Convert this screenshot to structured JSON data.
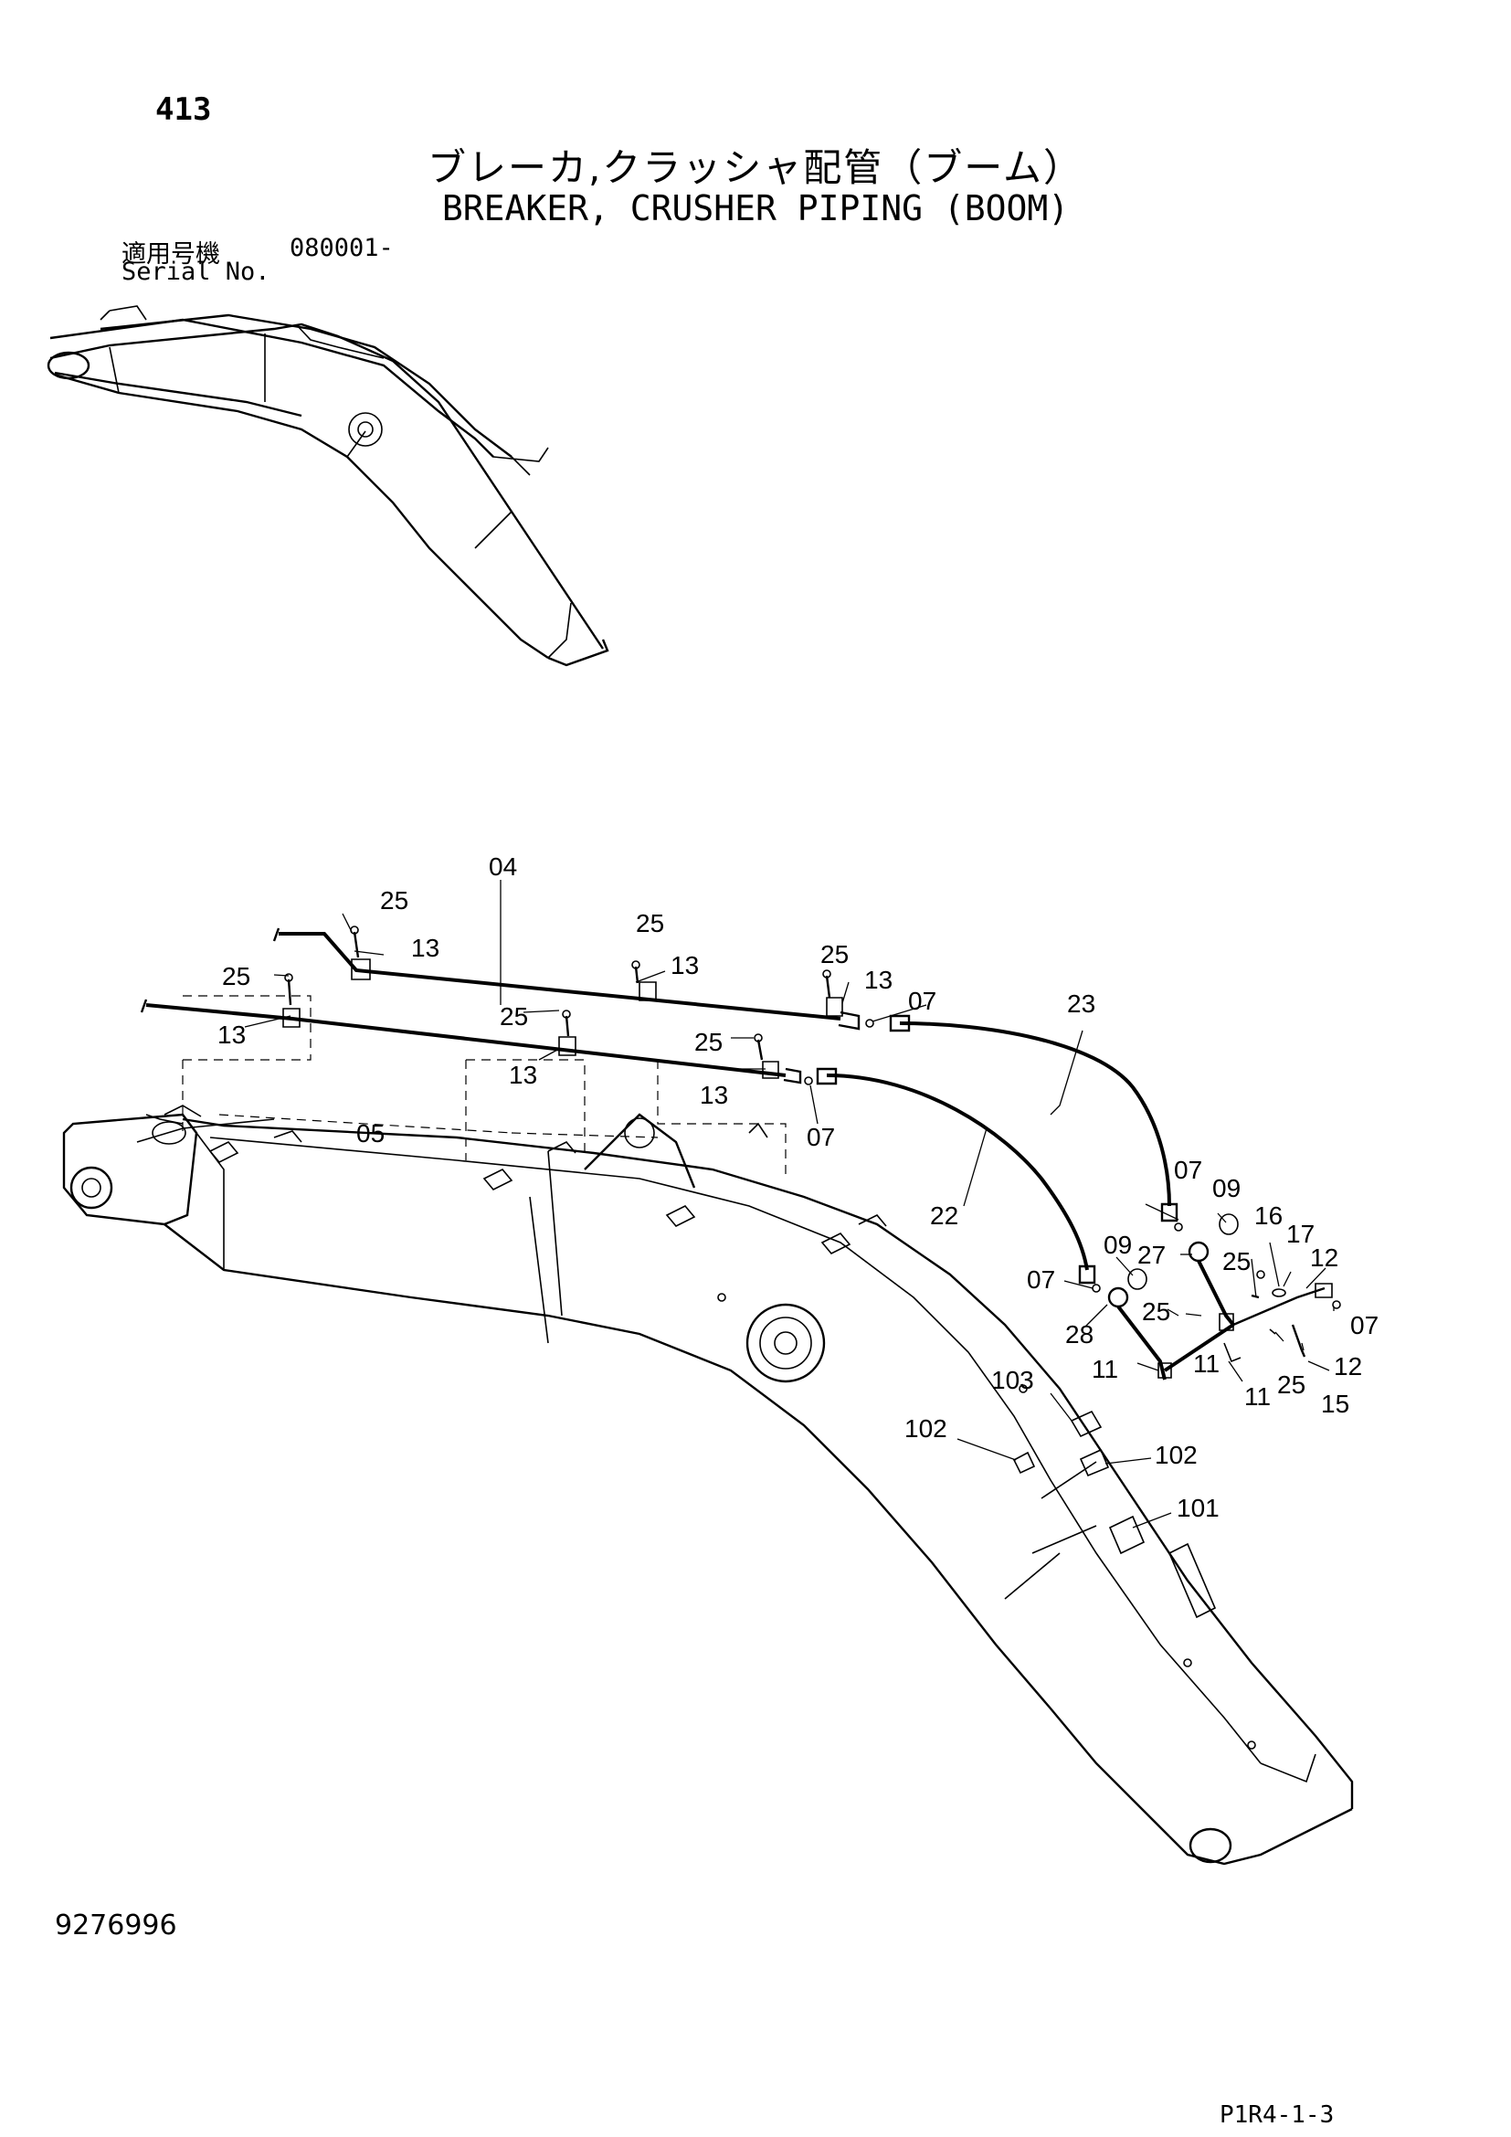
{
  "header": {
    "page_number": "413",
    "title_jp": "ブレーカ,クラッシャ配管（ブーム）",
    "title_en": "BREAKER, CRUSHER PIPING (BOOM)",
    "serial_label_jp": "適用号機",
    "serial_value": "080001-",
    "serial_label_en": "Serial No."
  },
  "callouts": [
    "04",
    "25",
    "13",
    "25",
    "13",
    "25",
    "13",
    "07",
    "23",
    "25",
    "13",
    "25",
    "13",
    "25",
    "13",
    "05",
    "07",
    "22",
    "07",
    "09",
    "16",
    "17",
    "27",
    "25",
    "12",
    "09",
    "07",
    "28",
    "25",
    "07",
    "11",
    "11",
    "12",
    "25",
    "11",
    "15",
    "103",
    "102",
    "102",
    "101"
  ],
  "footer": {
    "document_number": "9276996",
    "page_ref": "P1R4-1-3"
  }
}
